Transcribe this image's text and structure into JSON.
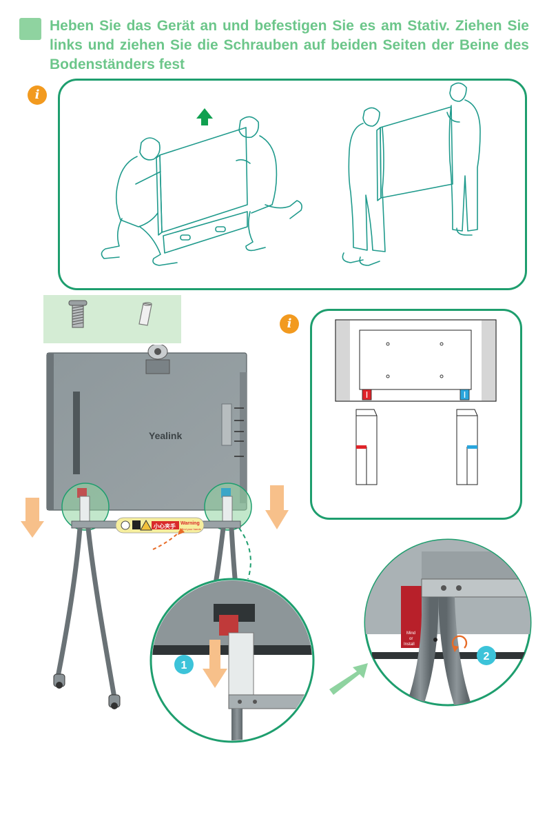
{
  "step": {
    "heading": "Heben Sie das Gerät an und befestigen Sie es am Stativ. Ziehen Sie links und ziehen Sie die Schrauben auf beiden Seiten der Beine des Bodenständers fest"
  },
  "info_icon_glyph": "i",
  "device": {
    "brand_label": "Yealink"
  },
  "warning_sticker": {
    "chinese_text": "小心夹手",
    "english_title": "Warning",
    "english_sub": "Mind your hands"
  },
  "detail_label": {
    "line1": "Mind",
    "line2": "or",
    "line3": "Install"
  },
  "callouts": {
    "step1": "1",
    "step2": "2"
  },
  "colors": {
    "accent_green": "#1e9e6e",
    "heading_green": "#6cc68a",
    "info_orange": "#f29a1f",
    "arrow_orange": "#f7c08a",
    "callout_cyan": "#3cc3d9",
    "mark_red": "#e0242a",
    "mark_blue": "#2aa6dd"
  }
}
